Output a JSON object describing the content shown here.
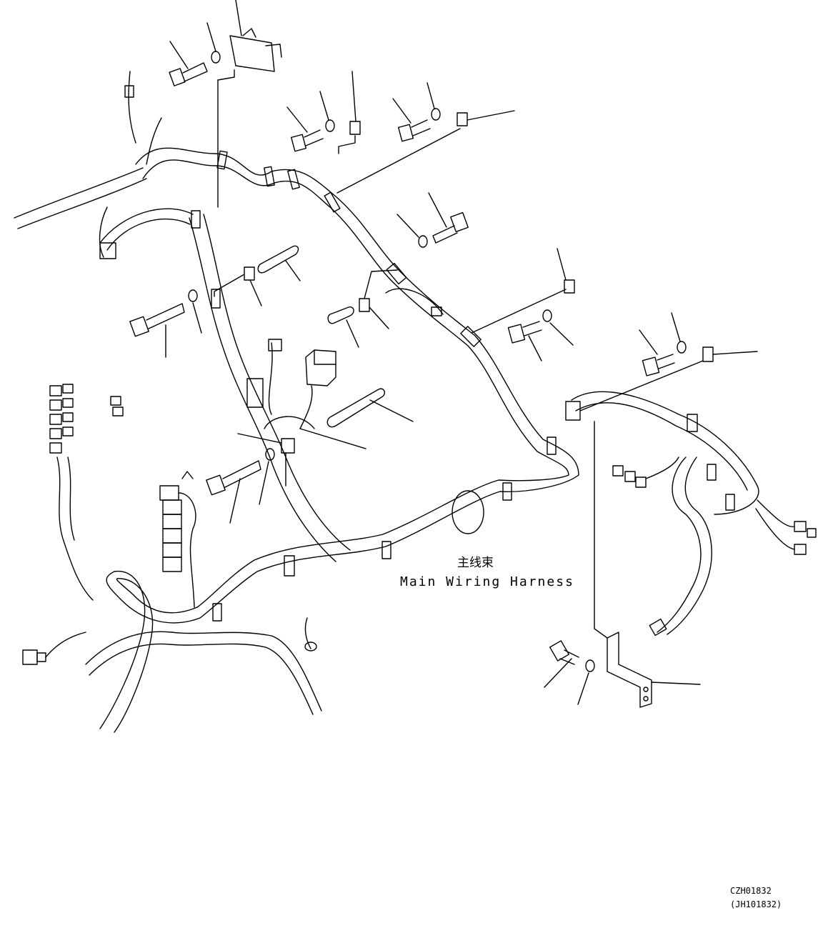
{
  "harness": {
    "label_cn": "主线束",
    "label_en": "Main Wiring Harness"
  },
  "drawing_codes": {
    "primary": "CZH01832",
    "secondary": "(JH101832)"
  },
  "colors": {
    "ink": "#000000",
    "background": "#ffffff"
  }
}
